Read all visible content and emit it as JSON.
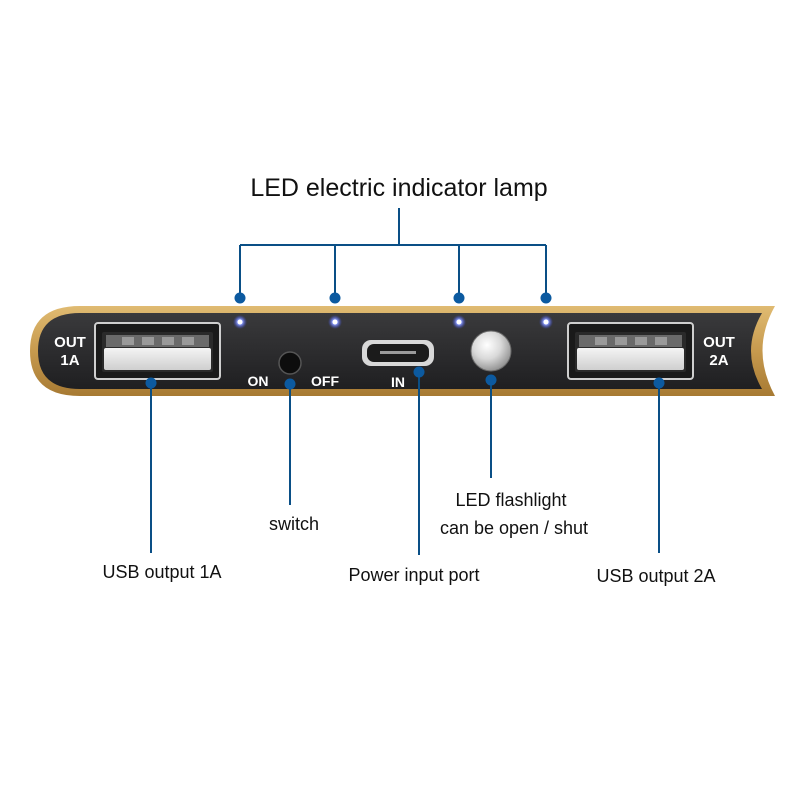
{
  "title": "LED electric indicator lamp",
  "device": {
    "out_left_line1": "OUT",
    "out_left_line2": "1A",
    "out_right_line1": "OUT",
    "out_right_line2": "2A",
    "switch_on": "ON",
    "switch_off": "OFF",
    "input_label": "IN"
  },
  "callouts": {
    "usb1": "USB output 1A",
    "switch": "switch",
    "power_input": "Power input port",
    "flashlight_line1": "LED flashlight",
    "flashlight_line2": "can be open / shut",
    "usb2": "USB output 2A"
  },
  "colors": {
    "leader": "#0a4f86",
    "dot": "#0c5aa0",
    "led": "#5b6cff",
    "casing": "#c79a4e",
    "panel": "#2b2b2d"
  }
}
